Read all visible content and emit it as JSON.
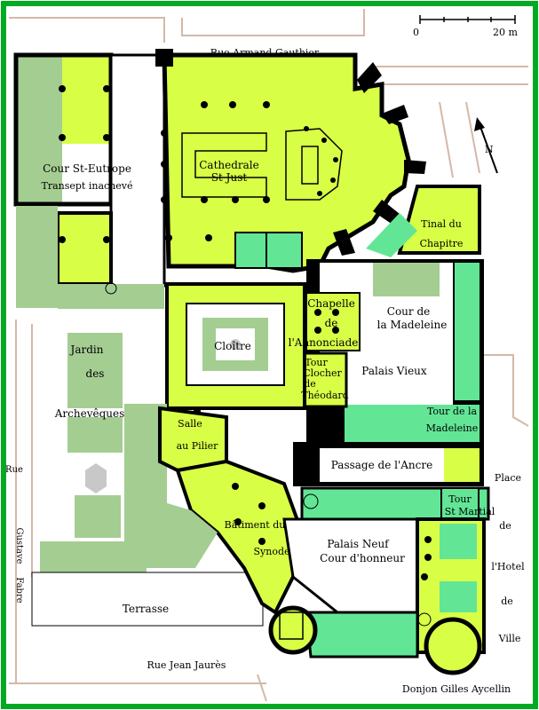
{
  "colors": {
    "frame": "#00aa22",
    "wall": "#000000",
    "lime": "#d8ff46",
    "green": "#62e696",
    "paleGreen": "#a4cd92",
    "white": "#ffffff",
    "street": "#d4b8a8",
    "fountain": "#c8c8c8"
  },
  "scale": {
    "start": "0",
    "end": "20 m"
  },
  "north": "N",
  "labels": {
    "rue_armand": "Rue Armand Gauthier",
    "cour_st_eutrope": "Cour St-Eutrope",
    "transept": "Transept inachevé",
    "cathedrale": "Cathedrale",
    "st_just": "St Just",
    "tinal_du": "Tinal du",
    "chapitre": "Chapitre",
    "chapelle": "Chapelle",
    "de": "de",
    "annonciade": "l'Annonciade",
    "cour_de": "Cour de",
    "la_madeleine": "la Madeleine",
    "jardin": "Jardin",
    "des": "des",
    "archeveques": "Archevêques",
    "cloitre": "Cloître",
    "tour": "Tour",
    "clocher": "Clocher",
    "de2": "de",
    "theodard": "Théodard",
    "palais_vieux": "Palais  Vieux",
    "salle": "Salle",
    "au_pilier": "au Pilier",
    "tour_de_la": "Tour de la",
    "madeleine": "Madeleine",
    "passage": "Passage de l'Ancre",
    "place": "Place",
    "tour2": "Tour",
    "st_martial": "St Martial",
    "de_place": "de",
    "batiment_du": "Bâtiment du",
    "synode": "Synode",
    "palais_neuf": "Palais Neuf",
    "cour_honneur": "Cour d'honneur",
    "hotel": "l'Hotel",
    "de_hotel": "de",
    "ville": "Ville",
    "rue": "Rue",
    "gustave": "Gustave",
    "fabre": "Fabre",
    "terrasse": "Terrasse",
    "rue_jean": "Rue    Jean    Jaurès",
    "donjon": "Donjon Gilles Aycellin"
  }
}
